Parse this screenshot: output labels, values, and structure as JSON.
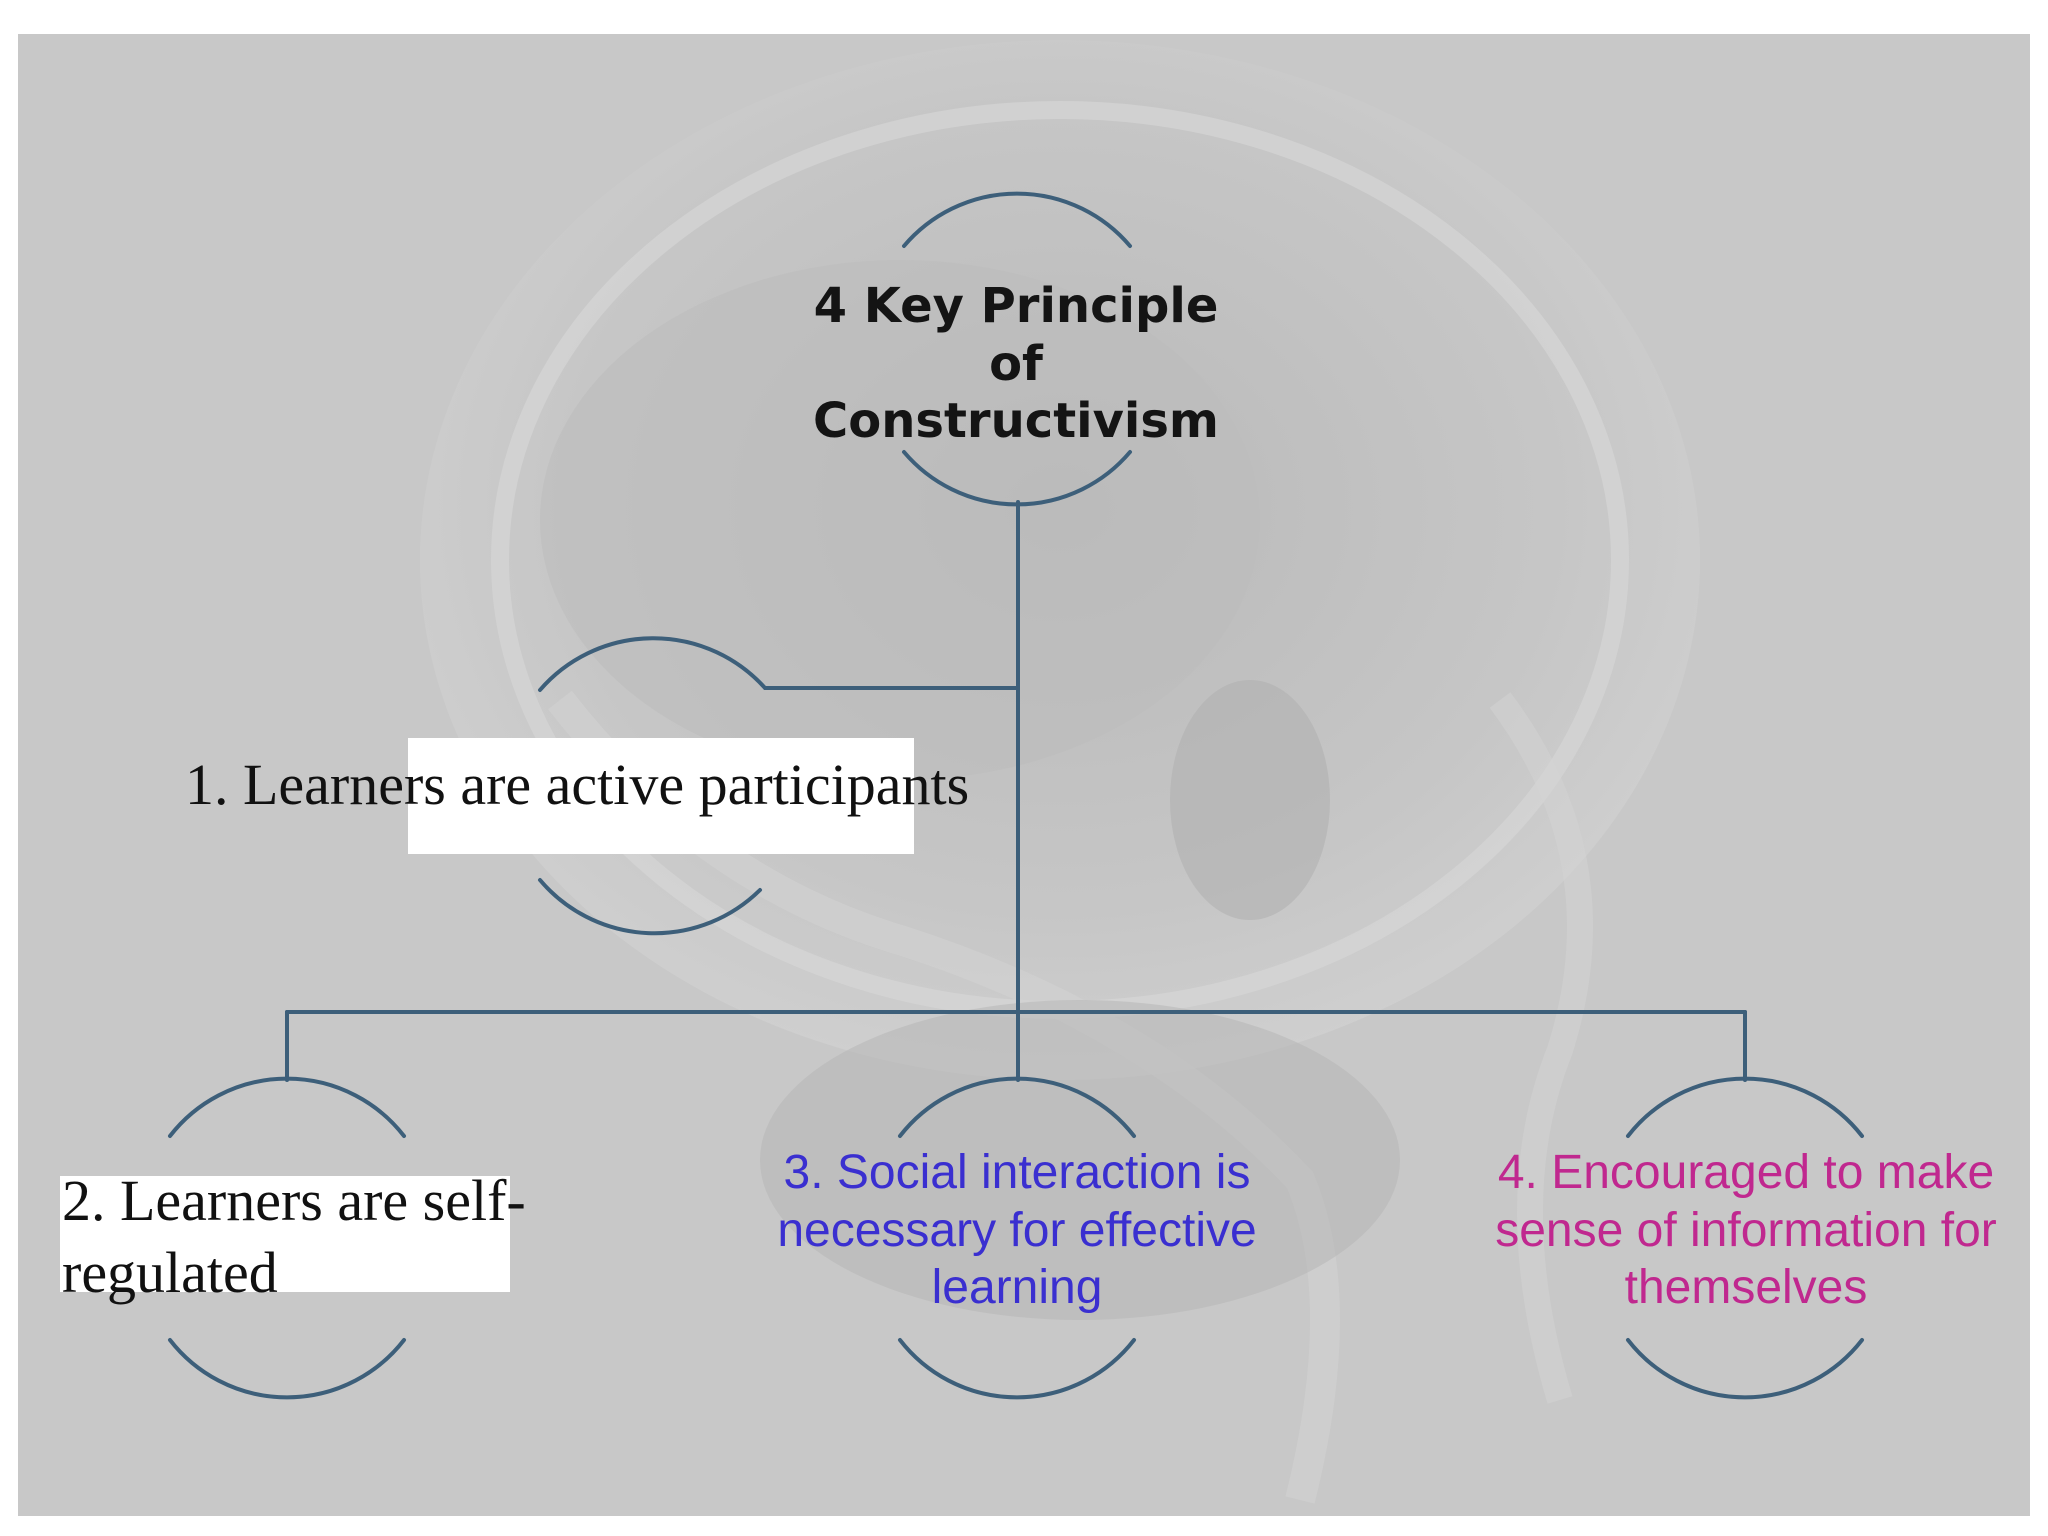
{
  "diagram": {
    "title": "4 Key Principle of Constructivism",
    "principle_1": "1. Learners are active participants",
    "principle_2_line1": "2. Learners are self-",
    "principle_2_line2": "regulated",
    "principle_3": "3. Social interaction is necessary for effective learning",
    "principle_4": "4. Encouraged to make sense of information for themselves"
  },
  "colors": {
    "connector": "#3d5f7a",
    "principle_3_text": "#3a2fd0",
    "principle_4_text": "#c0288f",
    "background": "#c4c4c4",
    "title_text": "#141414"
  }
}
